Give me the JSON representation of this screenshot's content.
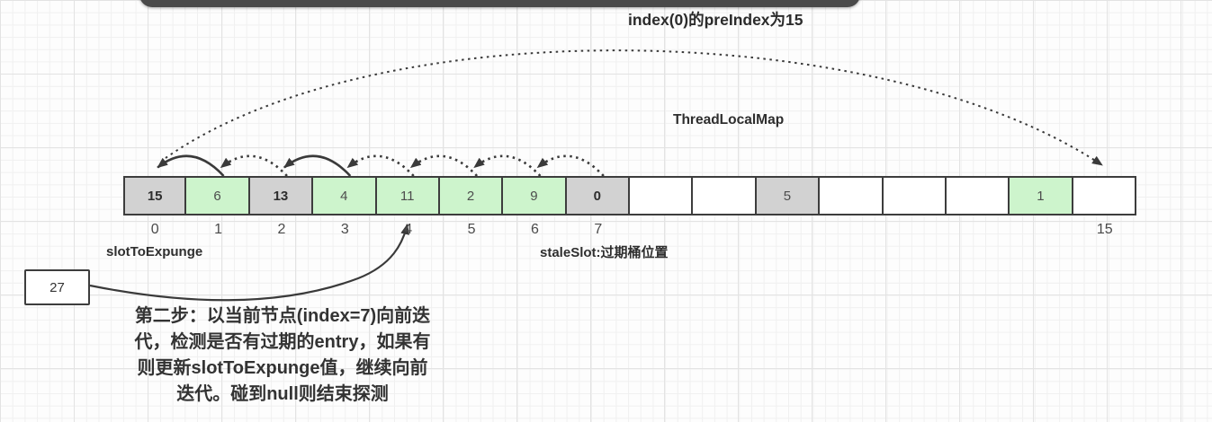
{
  "texts": {
    "title": "index(0)的preIndex为15",
    "map_label": "ThreadLocalMap",
    "slot_to_expunge": "slotToExpunge",
    "stale_slot": "staleSlot:过期桶位置",
    "side_box_value": "27"
  },
  "description_lines": [
    "第二步：以当前节点(index=7)向前迭",
    "代，检测是否有过期的entry，如果有",
    "则更新slotToExpunge值，继续向前",
    "迭代。碰到null则结束探测"
  ],
  "array": {
    "cells": [
      {
        "index": 0,
        "value": "15",
        "type": "stale",
        "bold": true
      },
      {
        "index": 1,
        "value": "6",
        "type": "valid",
        "bold": false
      },
      {
        "index": 2,
        "value": "13",
        "type": "stale",
        "bold": true
      },
      {
        "index": 3,
        "value": "4",
        "type": "valid",
        "bold": false
      },
      {
        "index": 4,
        "value": "11",
        "type": "valid",
        "bold": false
      },
      {
        "index": 5,
        "value": "2",
        "type": "valid",
        "bold": false
      },
      {
        "index": 6,
        "value": "9",
        "type": "valid",
        "bold": false
      },
      {
        "index": 7,
        "value": "0",
        "type": "stale",
        "bold": true
      },
      {
        "index": 8,
        "value": "",
        "type": "empty",
        "bold": false
      },
      {
        "index": 9,
        "value": "",
        "type": "empty",
        "bold": false
      },
      {
        "index": 10,
        "value": "5",
        "type": "stale",
        "bold": false
      },
      {
        "index": 11,
        "value": "",
        "type": "empty",
        "bold": false
      },
      {
        "index": 12,
        "value": "",
        "type": "empty",
        "bold": false
      },
      {
        "index": 13,
        "value": "",
        "type": "empty",
        "bold": false
      },
      {
        "index": 14,
        "value": "1",
        "type": "valid",
        "bold": false
      },
      {
        "index": 15,
        "value": "",
        "type": "empty",
        "bold": false
      }
    ],
    "shown_indices": [
      0,
      1,
      2,
      3,
      4,
      5,
      6,
      7,
      15
    ]
  },
  "arcs": {
    "pair_arcs": [
      {
        "from": 1,
        "to": 0,
        "style": "solid"
      },
      {
        "from": 2,
        "to": 1,
        "style": "dotted"
      },
      {
        "from": 3,
        "to": 2,
        "style": "solid"
      },
      {
        "from": 4,
        "to": 3,
        "style": "dotted"
      },
      {
        "from": 5,
        "to": 4,
        "style": "dotted"
      },
      {
        "from": 6,
        "to": 5,
        "style": "dotted"
      },
      {
        "from": 7,
        "to": 6,
        "style": "dotted"
      }
    ],
    "wrap_arc": {
      "from": 0,
      "to": 15,
      "style": "dotted"
    },
    "pointer": {
      "points_to_index": 4
    }
  },
  "colors": {
    "stale_bg": "#d2d2d2",
    "valid_bg": "#cdf4cc",
    "empty_bg": "#ffffff",
    "border": "#3d3d3d",
    "arrow": "#3a3a3a",
    "bar": "#4a4a4a"
  }
}
